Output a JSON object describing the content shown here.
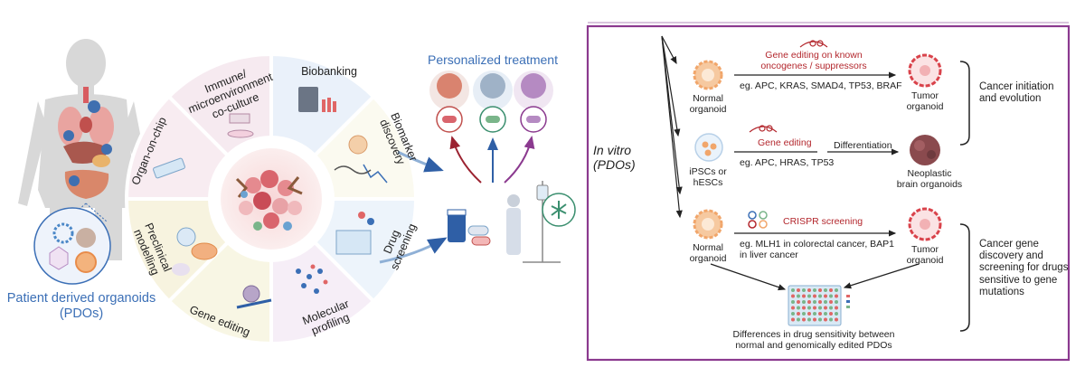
{
  "left_panel": {
    "patient_label": [
      "Patient derived organoids",
      "(PDOs)"
    ],
    "personalized_treatment": "Personalized treatment",
    "segments": {
      "biobanking": "Biobanking",
      "biomarker": [
        "Biomarker",
        "discovery"
      ],
      "drug_screening": [
        "Drug",
        "screening"
      ],
      "molecular_profiling": [
        "Molecular",
        "profiling"
      ],
      "gene_editing": "Gene editing",
      "preclinical": [
        "Preclinical",
        "modelling"
      ],
      "organ_on_chip": "Organ-on-chip",
      "immune": [
        "Immune/",
        "microenvironment",
        "co-culture"
      ]
    }
  },
  "right_panel": {
    "in_vitro": [
      "In vitro",
      "(PDOs)"
    ],
    "row1": {
      "start": [
        "Normal",
        "organoid"
      ],
      "method": [
        "Gene editing on known",
        "oncogenes / suppressors"
      ],
      "example": "eg. APC, KRAS, SMAD4, TP53, BRAF",
      "result": [
        "Tumor",
        "organoid"
      ],
      "outcome": [
        "Cancer initiation",
        "and evolution"
      ]
    },
    "row2": {
      "start": [
        "iPSCs or",
        "hESCs"
      ],
      "method": "Gene editing",
      "example": "eg. APC, HRAS, TP53",
      "step": "Differentiation",
      "result": [
        "Neoplastic",
        "brain organoids"
      ]
    },
    "row3": {
      "start": [
        "Normal",
        "organoid"
      ],
      "method": "CRISPR screening",
      "example": [
        "eg. MLH1 in colorectal cancer, BAP1",
        "in liver cancer"
      ],
      "result": [
        "Tumor",
        "organoid"
      ],
      "outcome": [
        "Cancer gene",
        "discovery and",
        "screening for drugs",
        "sensitive to gene",
        "mutations"
      ],
      "bottom": [
        "Differences in drug sensitivity between",
        "normal and genomically edited PDOs"
      ]
    }
  },
  "colors": {
    "frame": "#8b3a8f",
    "red_text": "#b3272d",
    "blue_text": "#3b6fb6",
    "organoid": "#f4b080",
    "tumor": "#d9434b"
  }
}
